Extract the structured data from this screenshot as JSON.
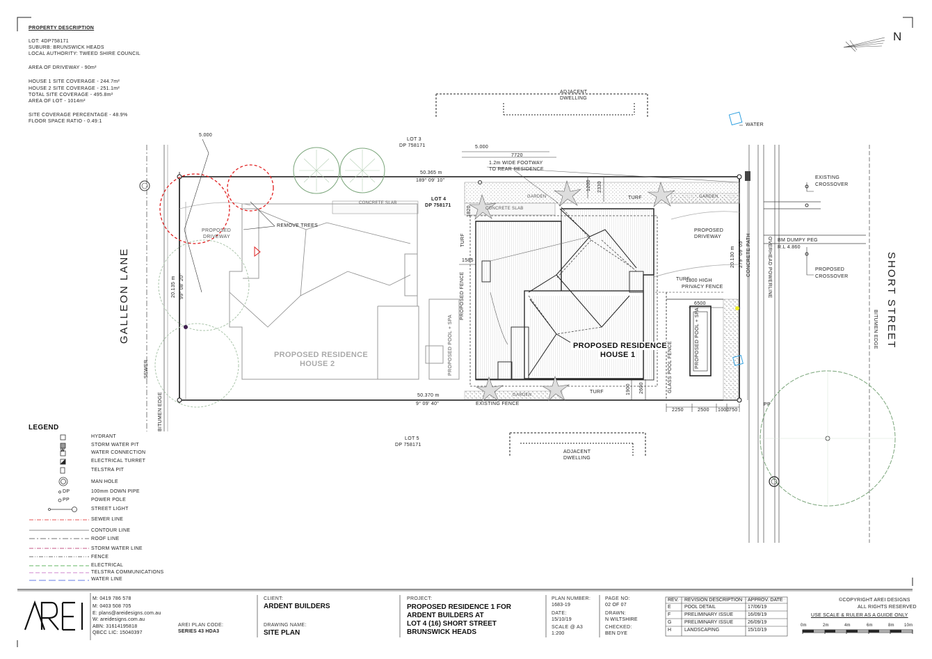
{
  "property": {
    "heading": "PROPERTY DESCRIPTION",
    "lot": "LOT: 4DP758171",
    "suburb": "SUBURB: BRUNSWICK HEADS",
    "authority": "LOCAL AUTHORITY: TWEED SHIRE COUNCIL",
    "driveway": "AREA OF DRIVEWAY - 90m²",
    "house1": "HOUSE 1 SITE COVERAGE - 244.7m²",
    "house2": "HOUSE 2 SITE COVERAGE - 251.1m²",
    "total": "TOTAL SITE COVERAGE - 495.8m²",
    "lot_area": "AREA OF LOT - 1014m²",
    "percentage": "SITE COVERAGE PERCENTAGE - 48.9%",
    "fsr": "FLOOR SPACE RATIO - 0.49:1"
  },
  "north": "N",
  "plan": {
    "adjacent_top": [
      "ADJACENT",
      "DWELLING"
    ],
    "adjacent_bottom": [
      "ADJACENT",
      "DWELLING"
    ],
    "water": "WATER",
    "lot3": [
      "LOT 3",
      "DP 758171"
    ],
    "lot4": [
      "LOT 4",
      "DP 758171"
    ],
    "lot5": [
      "LOT 5",
      "DP 758171"
    ],
    "dim_5000_left": "5.000",
    "dim_5000_top": "5.000",
    "dim_7720": "7720",
    "footway": [
      "1.2m WIDE FOOTWAY",
      "TO REAR RESIDENCE"
    ],
    "top_len": "50.365 m",
    "top_brg": "189° 09' 10\"",
    "bot_len": "50.370 m",
    "bot_brg": "9° 09' 40\"",
    "left_len": "20.135 m",
    "left_brg": "99° 08' 20\"",
    "right_len": "20.130 m",
    "right_brg": "279° 09' 05\"",
    "concrete_slab_1": "CONCRETE SLAB",
    "concrete_slab_2": "CONCRETE SLAB",
    "garden_top": "GARDEN",
    "garden_right": "GARDEN",
    "garden_bottom": "GARDEN",
    "turf_top": "TURF",
    "turf_left": "TURF",
    "turf_mid": "TURF",
    "turf_bottom": "TURF",
    "d1820": "1820",
    "d1200": "1200",
    "d2330": "2330",
    "d1585": "1585",
    "d1900": "1900",
    "d2600": "2600",
    "d6500": "6500",
    "d2250": "2250",
    "d2500": "2500",
    "d1000": "1000",
    "d750": "750",
    "proposed_driveway_left": [
      "PROPOSED",
      "DRIVEWAY"
    ],
    "proposed_driveway_right": [
      "PROPOSED",
      "DRIVEWAY"
    ],
    "remove_trees": "REMOVE TREES",
    "house2": [
      "PROPOSED RESIDENCE",
      "HOUSE 2"
    ],
    "house1": [
      "PROPOSED RESIDENCE",
      "HOUSE 1"
    ],
    "proposed_fence": "PROPOSED FENCE",
    "pool_house2": "PROPOSED POOL + SPA",
    "pool_house1": "PROPOSED POOL + SPA",
    "glass_fence": "GLASS POOL FENCE",
    "privacy_fence": [
      "1800 HIGH",
      "PRIVACY FENCE"
    ],
    "existing_fence": "EXISTING FENCE",
    "galleon_lane": "GALLEON LANE",
    "short_street": "SHORT STREET",
    "sewer": "SEWER",
    "bitumen_left": "BITUMEN EDGE",
    "bitumen_right": "BITUMEN EDGE",
    "concrete_path": "CONCRETE PATH",
    "overhead_power": "OVERHEAD POWERLINE",
    "existing_crossover": [
      "EXISTING",
      "CROSSOVER"
    ],
    "proposed_crossover": [
      "PROPOSED",
      "CROSSOVER"
    ],
    "bm": [
      "BM DUMPY PEG",
      "R.L 4.860"
    ],
    "pp": "PP"
  },
  "legend": {
    "title": "LEGEND",
    "items": [
      "HYDRANT",
      "STORM WATER PIT",
      "WATER CONNECTION",
      "ELECTRICAL TURRET",
      "TELSTRA PIT",
      "MAN HOLE",
      "100mm DOWN PIPE",
      "POWER POLE",
      "STREET LIGHT",
      "SEWER LINE",
      "CONTOUR LINE",
      "ROOF LINE",
      "STORM WATER LINE",
      "FENCE",
      "ELECTRICAL",
      "TELSTRA COMMUNICATIONS",
      "WATER LINE"
    ],
    "dp": "DP",
    "pp": "PP",
    "w": "W"
  },
  "title_block": {
    "logo": "AREI",
    "contact": [
      "M: 0419 786 578",
      "M: 0403 508 705",
      "E: plans@areidesigns.com.au",
      "W: areidesigns.com.au",
      "ABN: 31614195818",
      "QBCC LIC: 15040397"
    ],
    "plan_code_label": "AREI PLAN CODE:",
    "plan_code": "SERIES 43 HDA3",
    "client_label": "CLIENT:",
    "client": "ARDENT BUILDERS",
    "drawing_label": "DRAWING NAME:",
    "drawing": "SITE PLAN",
    "project_label": "PROJECT:",
    "project": [
      "PROPOSED RESIDENCE 1 FOR",
      "ARDENT BUILDERS AT",
      "LOT 4 (16) SHORT STREET",
      "BRUNSWICK HEADS"
    ],
    "plan_number_label": "PLAN NUMBER:",
    "plan_number": "1683-19",
    "page_label": "PAGE NO:",
    "page": "02 OF 07",
    "date_label": "DATE:",
    "date": "15/10/19",
    "drawn_label": "DRAWN:",
    "drawn": "N WILTSHIRE",
    "scale_label": "SCALE @ A3",
    "scale": "1:200",
    "checked_label": "CHECKED:",
    "checked": "BEN DYE",
    "rev_headers": [
      "REV.",
      "REVISION DESCRIPTION",
      "APPROV. DATE"
    ],
    "revisions": [
      [
        "E",
        "POOL DETAIL",
        "17/06/19"
      ],
      [
        "F",
        "PRELIMINARY ISSUE",
        "16/09/19"
      ],
      [
        "G",
        "PRELIMINARY ISSUE",
        "26/09/19"
      ],
      [
        "H",
        "LANDSCAPING",
        "15/10/19"
      ]
    ],
    "copyright": "©COPYRIGHT AREI DESIGNS",
    "rights": "ALL RIGHTS RESERVED",
    "ruler_note": "USE SCALE & RULER AS A GUIDE ONLY",
    "ruler_ticks": [
      "0m",
      "2m",
      "4m",
      "6m",
      "8m",
      "10m"
    ]
  }
}
